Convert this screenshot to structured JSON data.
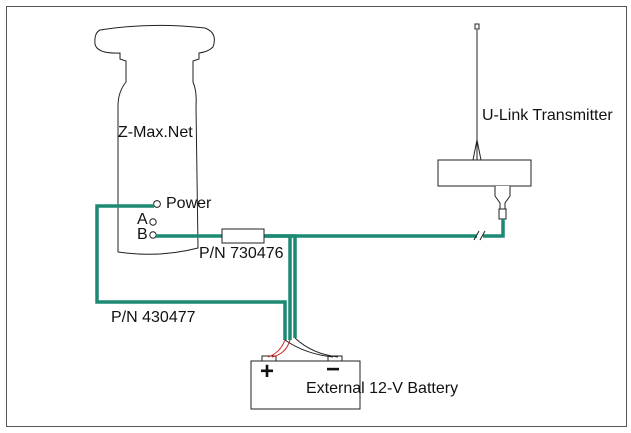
{
  "diagram": {
    "receiver_label": "Z-Max.Net",
    "port_power": "Power",
    "port_a": "A",
    "port_b": "B",
    "cable_b_part": "P/N 730476",
    "cable_power_part": "P/N 430477",
    "transmitter_label": "U-Link Transmitter",
    "battery_label": "External 12-V Battery",
    "battery_plus": "+",
    "battery_minus": "−"
  },
  "colors": {
    "cable": "#1c8a73",
    "positive_lead": "#cc2222",
    "outline": "#222222"
  }
}
